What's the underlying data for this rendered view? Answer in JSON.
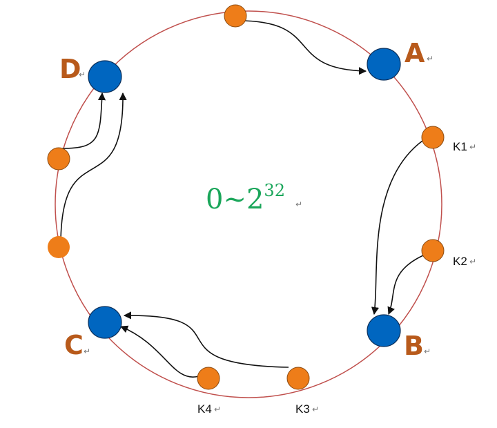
{
  "colors": {
    "ring": "#c0504d",
    "server_fill": "#0066c0",
    "key_fill": "#ee7d19",
    "label_text": "#b85a1b",
    "center_text": "#1aa65a",
    "arrow": "#111111"
  },
  "center_label": {
    "base": "0~2",
    "exponent": "32"
  },
  "return_mark": "↵",
  "servers": [
    {
      "id": "A",
      "label": "A"
    },
    {
      "id": "B",
      "label": "B"
    },
    {
      "id": "C",
      "label": "C"
    },
    {
      "id": "D",
      "label": "D"
    }
  ],
  "keys": [
    {
      "id": "top",
      "label": "",
      "maps_to": "A"
    },
    {
      "id": "k1",
      "label": "K1",
      "maps_to": "B"
    },
    {
      "id": "k2",
      "label": "K2",
      "maps_to": "B"
    },
    {
      "id": "k3",
      "label": "K3",
      "maps_to": "C"
    },
    {
      "id": "k4",
      "label": "K4",
      "maps_to": "C"
    },
    {
      "id": "left-upper",
      "label": "",
      "maps_to": "D"
    },
    {
      "id": "left-lower",
      "label": "",
      "maps_to": "D"
    }
  ]
}
